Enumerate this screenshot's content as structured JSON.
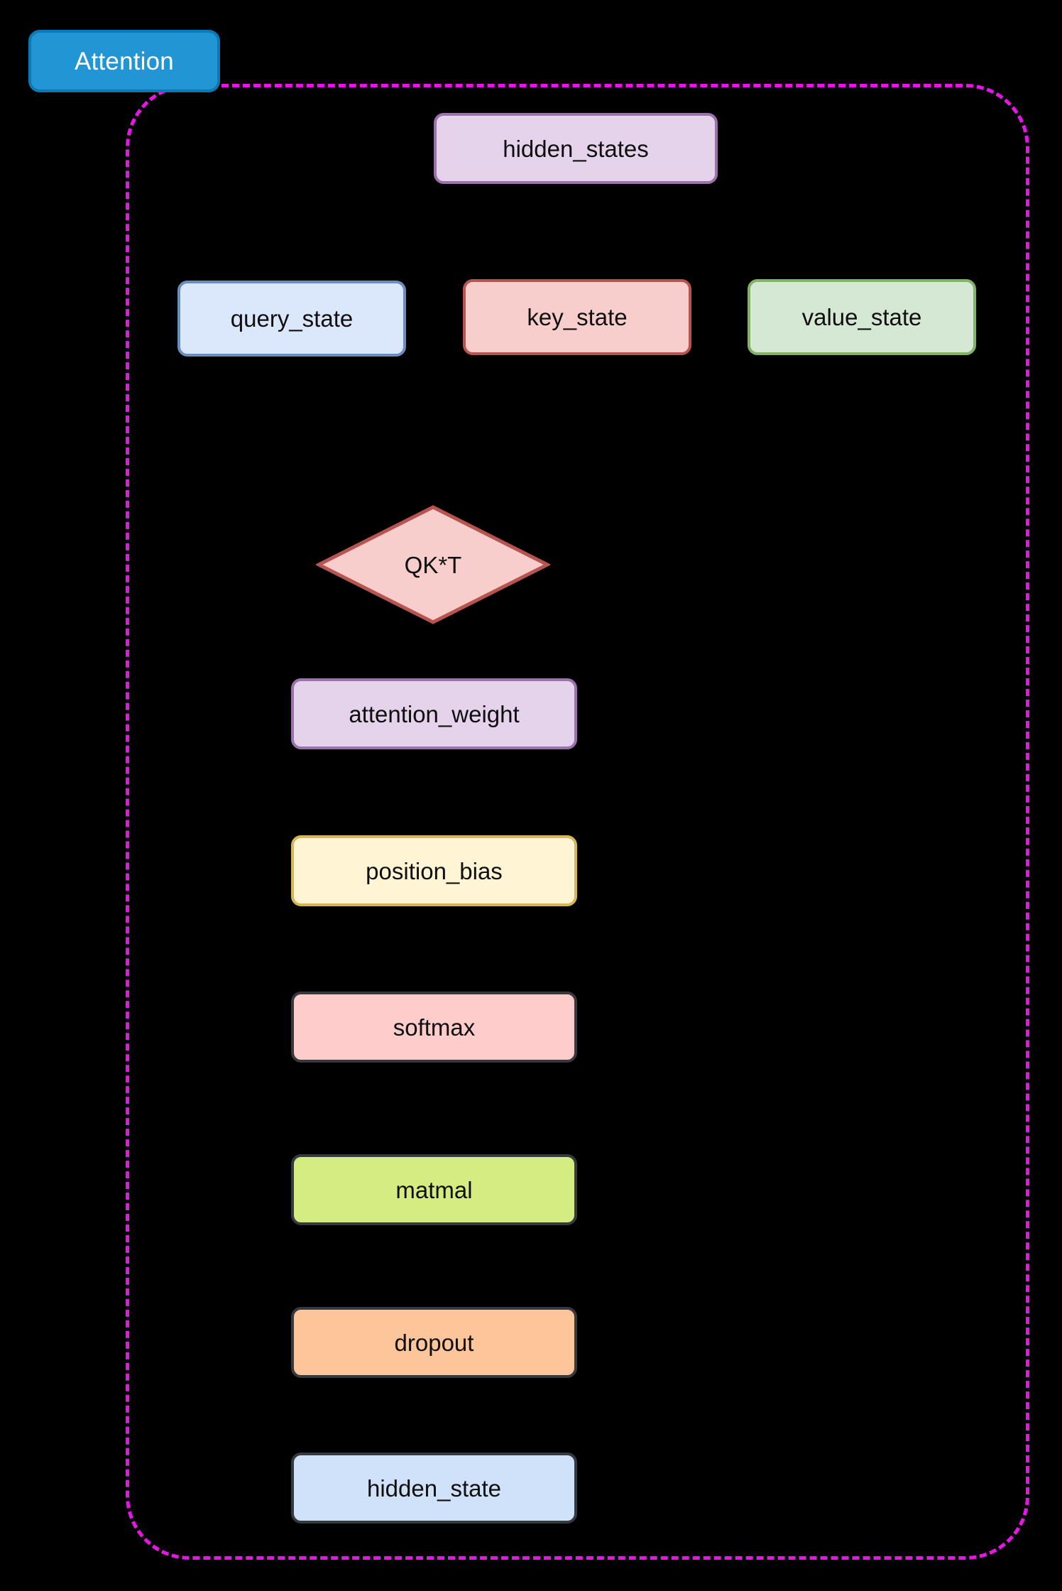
{
  "diagram": {
    "type": "flowchart",
    "background_color": "#000000",
    "subgraph": {
      "title": "Attention",
      "title_fill": "#2296d4",
      "title_stroke": "#0b79b5",
      "title_text_color": "#ffffff",
      "boundary_color": "#e617e6",
      "boundary_style": "dashed"
    },
    "nodes": [
      {
        "id": "hidden_states",
        "label": "hidden_states",
        "shape": "rounded-rect",
        "fill": "#e5d3eb",
        "stroke": "#9b72ab"
      },
      {
        "id": "query_state",
        "label": "query_state",
        "shape": "rounded-rect",
        "fill": "#dbe8fb",
        "stroke": "#6c8ebf"
      },
      {
        "id": "key_state",
        "label": "key_state",
        "shape": "rounded-rect",
        "fill": "#f8cecc",
        "stroke": "#b85450"
      },
      {
        "id": "value_state",
        "label": "value_state",
        "shape": "rounded-rect",
        "fill": "#d5e8d4",
        "stroke": "#82b366"
      },
      {
        "id": "qkt",
        "label": "QK*T",
        "shape": "diamond",
        "fill": "#f8cecc",
        "stroke": "#b85450"
      },
      {
        "id": "attention_weight",
        "label": "attention_weight",
        "shape": "rounded-rect",
        "fill": "#e5d3eb",
        "stroke": "#9b72ab"
      },
      {
        "id": "position_bias",
        "label": "position_bias",
        "shape": "rounded-rect",
        "fill": "#fff5d5",
        "stroke": "#d6b656"
      },
      {
        "id": "softmax",
        "label": "softmax",
        "shape": "rounded-rect",
        "fill": "#ffcccc",
        "stroke": "#36393d"
      },
      {
        "id": "matmal",
        "label": "matmal",
        "shape": "rounded-rect",
        "fill": "#d5ec80",
        "stroke": "#36393d"
      },
      {
        "id": "dropout",
        "label": "dropout",
        "shape": "rounded-rect",
        "fill": "#fcc69a",
        "stroke": "#36393d"
      },
      {
        "id": "hidden_state",
        "label": "hidden_state",
        "shape": "rounded-rect",
        "fill": "#cfe2fa",
        "stroke": "#36393d"
      }
    ]
  }
}
